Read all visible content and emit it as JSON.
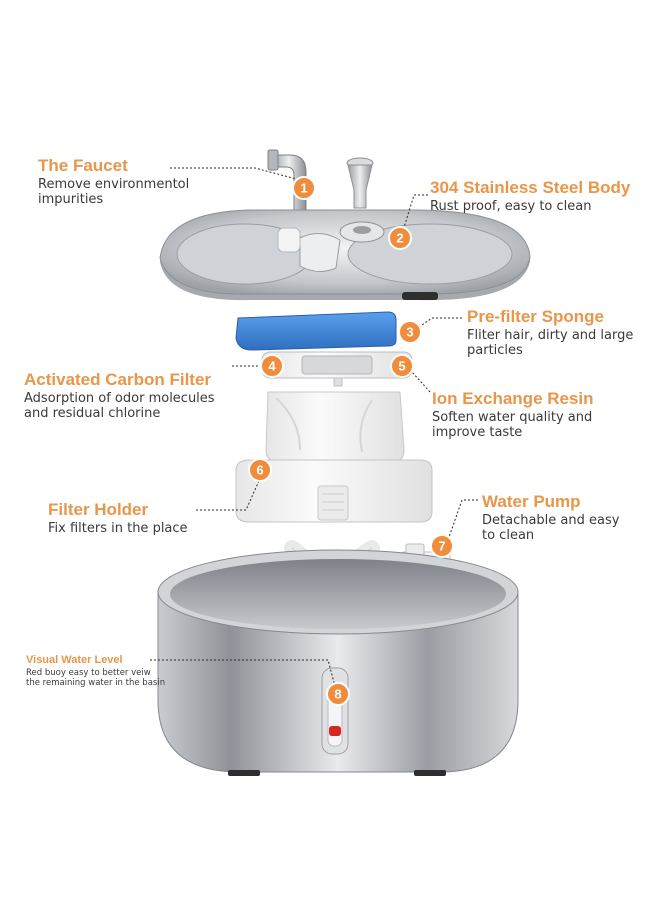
{
  "colors": {
    "accent": "#e8964a",
    "badge": "#f08d3c",
    "text": "#3a3a3a",
    "steel_light": "#e3e5e8",
    "steel_mid": "#b9bcc1",
    "steel_dark": "#8d9096",
    "sponge": "#3d84d6",
    "plastic": "#f2f2f2",
    "indicator": "#d7261f"
  },
  "parts": [
    {
      "number": "1",
      "title": "The Faucet",
      "description": "Remove environmentol\nimpurities"
    },
    {
      "number": "2",
      "title": "304 Stainless Steel Body",
      "description": "Rust proof, easy to clean"
    },
    {
      "number": "3",
      "title": "Pre-filter Sponge",
      "description": "Fliter hair, dirty and large\nparticles"
    },
    {
      "number": "4",
      "title": "Activated Carbon Filter",
      "description": "Adsorption of odor molecules\nand residual chlorine"
    },
    {
      "number": "5",
      "title": "Ion Exchange Resin",
      "description": "Soften water quality and\nimprove taste"
    },
    {
      "number": "6",
      "title": "Filter Holder",
      "description": "Fix filters in the place"
    },
    {
      "number": "7",
      "title": "Water Pump",
      "description": "Detachable and easy\nto clean"
    },
    {
      "number": "8",
      "title": "Visual Water Level",
      "description": "Red buoy easy to better veiw\nthe remaining water in the basin"
    }
  ]
}
